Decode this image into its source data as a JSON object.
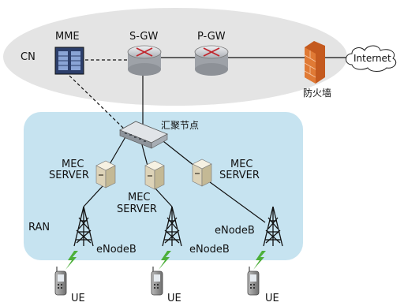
{
  "regions": {
    "core": "CN",
    "access": "RAN"
  },
  "core": {
    "mme": "MME",
    "sgw": "S-GW",
    "pgw": "P-GW",
    "firewall": "防火墙",
    "internet": "Internet"
  },
  "aggregation": "汇聚节点",
  "mec": [
    {
      "line1": "MEC",
      "line2": "SERVER"
    },
    {
      "line1": "MEC",
      "line2": "SERVER"
    },
    {
      "line1": "MEC",
      "line2": "SERVER"
    }
  ],
  "enodeb": [
    "eNodeB",
    "eNodeB",
    "eNodeB"
  ],
  "ue": [
    "UE",
    "UE",
    "UE"
  ],
  "colors": {
    "core_ellipse": "#e4e4e4",
    "ran_region": "#c6e3f0",
    "router": "#c9ccd0",
    "server": "#e9e2cf",
    "firewall": "#d86a2a",
    "phone": "#8a8a8a"
  }
}
